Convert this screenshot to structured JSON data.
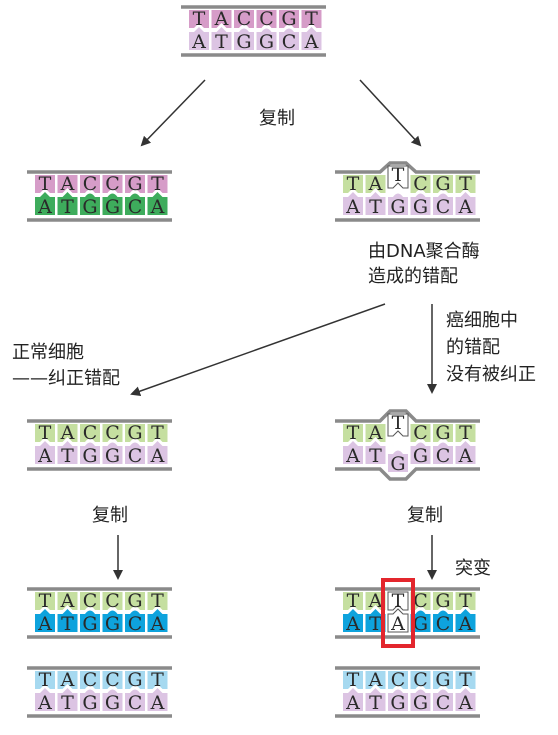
{
  "labels": {
    "replicate_top": "复制",
    "polymerase_error_1": "由DNA聚合酶",
    "polymerase_error_2": "造成的错配",
    "normal_cell_1": "正常细胞",
    "normal_cell_2": "——纠正错配",
    "cancer_cell_1": "癌细胞中",
    "cancer_cell_2": "的错配",
    "cancer_cell_3": "没有被纠正",
    "replicate_left": "复制",
    "replicate_right": "复制",
    "mutation": "突变"
  },
  "colors": {
    "backbone": "#8a8a8a",
    "pink": "#d69cc8",
    "lavender": "#dcc4e3",
    "green_light": "#c5dfa0",
    "green_dark": "#3eac5c",
    "blue_light": "#a6d9f0",
    "blue_dark": "#0ea3dd",
    "white": "#ffffff",
    "highlight": "#e3262d",
    "arrow": "#333333"
  },
  "molecules": [
    {
      "id": "top",
      "top": [
        "T",
        "A",
        "C",
        "C",
        "G",
        "T"
      ],
      "bottom": [
        "A",
        "T",
        "G",
        "G",
        "C",
        "A"
      ],
      "topColor": "pink",
      "bottomColor": "lavender"
    },
    {
      "id": "mid-left",
      "top": [
        "T",
        "A",
        "C",
        "C",
        "G",
        "T"
      ],
      "bottom": [
        "A",
        "T",
        "G",
        "G",
        "C",
        "A"
      ],
      "topColor": "pink",
      "bottomColor": "green_dark"
    },
    {
      "id": "mid-right",
      "top": [
        "T",
        "A",
        "T",
        "C",
        "G",
        "T"
      ],
      "bottom": [
        "A",
        "T",
        "G",
        "G",
        "C",
        "A"
      ],
      "topColor": "green_light",
      "bottomColor": "lavender",
      "mismatch": 2
    },
    {
      "id": "row3-left",
      "top": [
        "T",
        "A",
        "C",
        "C",
        "G",
        "T"
      ],
      "bottom": [
        "A",
        "T",
        "G",
        "G",
        "C",
        "A"
      ],
      "topColor": "green_light",
      "bottomColor": "lavender"
    },
    {
      "id": "row3-right",
      "top": [
        "T",
        "A",
        "T",
        "C",
        "G",
        "T"
      ],
      "bottom": [
        "A",
        "T",
        "G",
        "G",
        "C",
        "A"
      ],
      "topColor": "green_light",
      "bottomColor": "lavender",
      "mismatch": 2,
      "bubble": true
    },
    {
      "id": "bottom-left-1",
      "top": [
        "T",
        "A",
        "C",
        "C",
        "G",
        "T"
      ],
      "bottom": [
        "A",
        "T",
        "G",
        "G",
        "C",
        "A"
      ],
      "topColor": "green_light",
      "bottomColor": "blue_dark"
    },
    {
      "id": "bottom-left-2",
      "top": [
        "T",
        "A",
        "C",
        "C",
        "G",
        "T"
      ],
      "bottom": [
        "A",
        "T",
        "G",
        "G",
        "C",
        "A"
      ],
      "topColor": "blue_light",
      "bottomColor": "lavender"
    },
    {
      "id": "bottom-right-1",
      "top": [
        "T",
        "A",
        "T",
        "C",
        "G",
        "T"
      ],
      "bottom": [
        "A",
        "T",
        "A",
        "G",
        "C",
        "A"
      ],
      "topColor": "green_light",
      "bottomColor": "blue_dark",
      "whiteColumn": 2,
      "highlight": 2
    },
    {
      "id": "bottom-right-2",
      "top": [
        "T",
        "A",
        "C",
        "C",
        "G",
        "T"
      ],
      "bottom": [
        "A",
        "T",
        "G",
        "G",
        "C",
        "A"
      ],
      "topColor": "blue_light",
      "bottomColor": "lavender"
    }
  ]
}
